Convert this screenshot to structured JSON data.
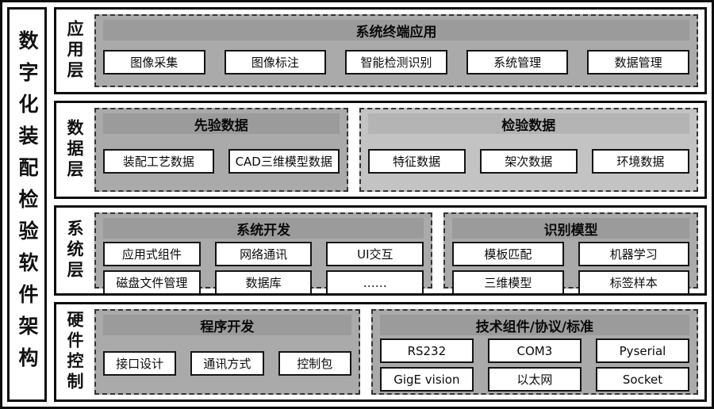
{
  "title": "数字化装配检验软件架构",
  "colors": {
    "container_bg": "#aaaaaa",
    "container_bg_light": "#c3c3c3",
    "header_bg": "#9b9b9b",
    "header_bg_light": "#b4b4b4"
  },
  "layers": [
    {
      "label": "应用层",
      "groups": [
        {
          "header": "系统终端应用",
          "rows": [
            [
              "图像采集",
              "图像标注",
              "智能检测识别",
              "系统管理",
              "数据管理"
            ]
          ]
        }
      ]
    },
    {
      "label": "数据层",
      "groups": [
        {
          "header": "先验数据",
          "rows": [
            [
              "装配工艺数据",
              "CAD三维模型数据"
            ]
          ]
        },
        {
          "header": "检验数据",
          "rows": [
            [
              "特征数据",
              "架次数据",
              "环境数据"
            ]
          ]
        }
      ]
    },
    {
      "label": "系统层",
      "groups": [
        {
          "header": "系统开发",
          "rows": [
            [
              "应用式组件",
              "网络通讯",
              "UI交互"
            ],
            [
              "磁盘文件管理",
              "数据库",
              "……"
            ]
          ]
        },
        {
          "header": "识别模型",
          "rows": [
            [
              "模板匹配",
              "机器学习"
            ],
            [
              "三维模型",
              "标签样本"
            ]
          ]
        }
      ]
    },
    {
      "label": "硬件控制",
      "groups": [
        {
          "header": "程序开发",
          "rows": [
            [
              "接口设计",
              "通讯方式",
              "控制包"
            ]
          ]
        },
        {
          "header": "技术组件/协议/标准",
          "rows": [
            [
              "RS232",
              "COM3",
              "Pyserial"
            ],
            [
              "GigE vision",
              "以太网",
              "Socket"
            ]
          ]
        }
      ]
    }
  ]
}
